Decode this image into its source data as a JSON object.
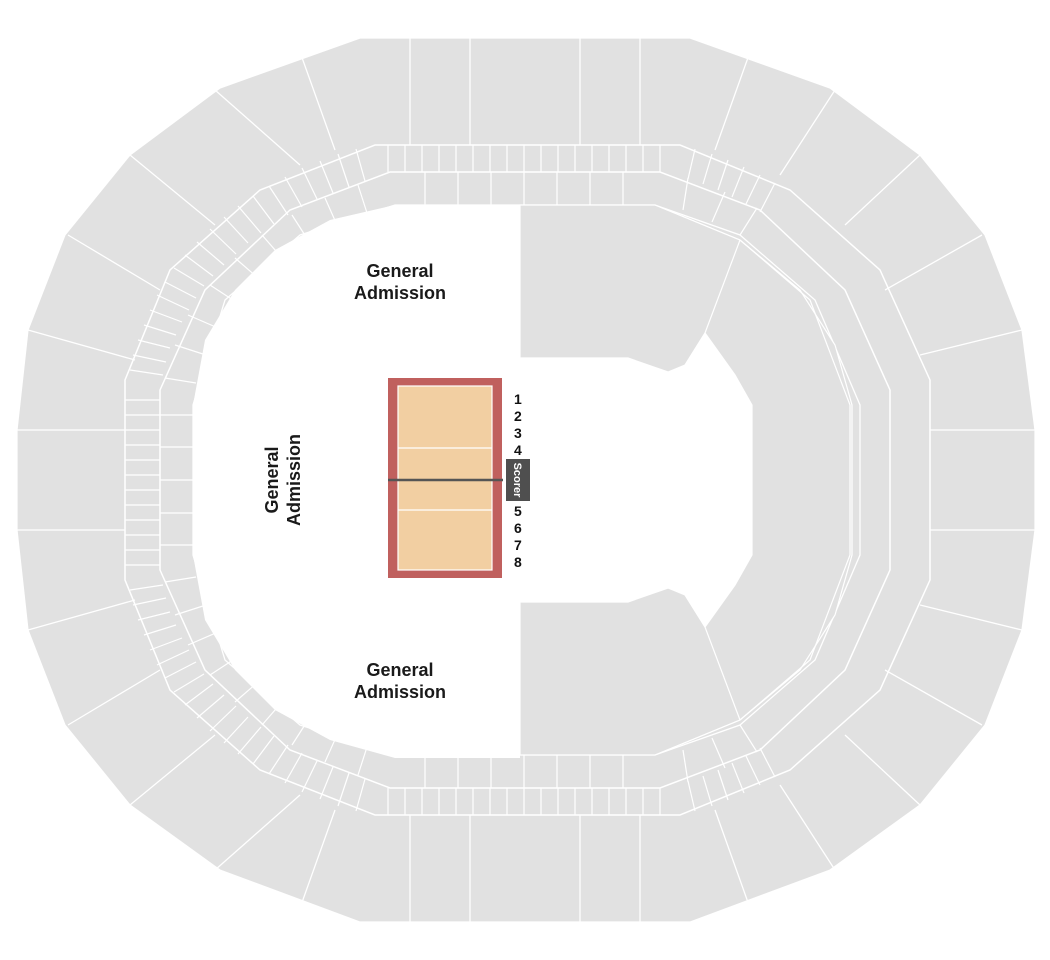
{
  "venue_map": {
    "general_admission_top": [
      "General",
      "Admission"
    ],
    "general_admission_left": [
      "General",
      "Admission"
    ],
    "general_admission_bottom": [
      "General",
      "Admission"
    ],
    "bench_numbers_top": [
      "1",
      "2",
      "3",
      "4"
    ],
    "bench_numbers_bottom": [
      "5",
      "6",
      "7",
      "8"
    ],
    "scorer_label": "Scorer"
  },
  "colors": {
    "seating": "#e1e1e1",
    "court_border": "#c0605e",
    "court_surface": "#f2cfa2",
    "scorer_box": "#4f4f4f",
    "net": "#555555"
  }
}
